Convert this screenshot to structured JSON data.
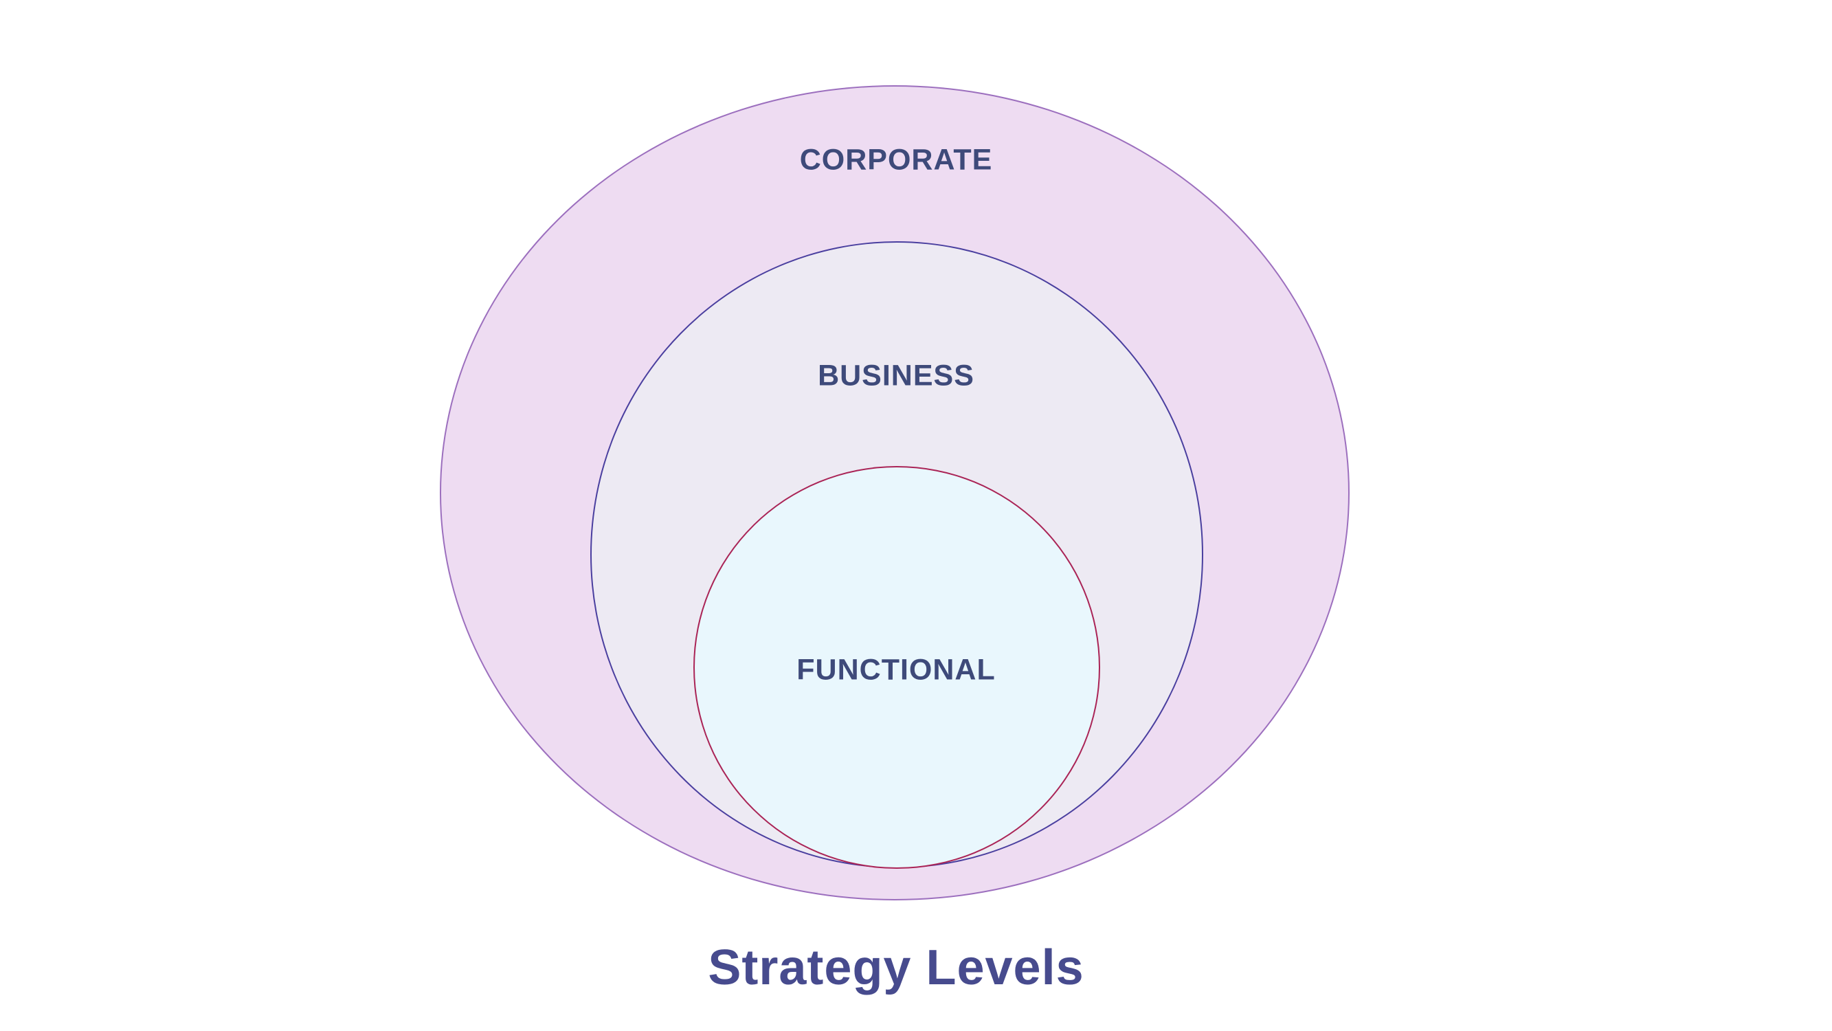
{
  "title": {
    "text": "Strategy Levels",
    "color": "#474b8e"
  },
  "diagram": {
    "type": "nested-circles",
    "label_color": "#3e4a7a",
    "rings": [
      {
        "label": "CORPORATE",
        "fill": "#eedcf2",
        "border": "#9c6fbe"
      },
      {
        "label": "BUSINESS",
        "fill": "#edeaf3",
        "border": "#4a3f9f"
      },
      {
        "label": "FUNCTIONAL",
        "fill": "#e9f7fd",
        "border": "#aa2456"
      }
    ]
  }
}
